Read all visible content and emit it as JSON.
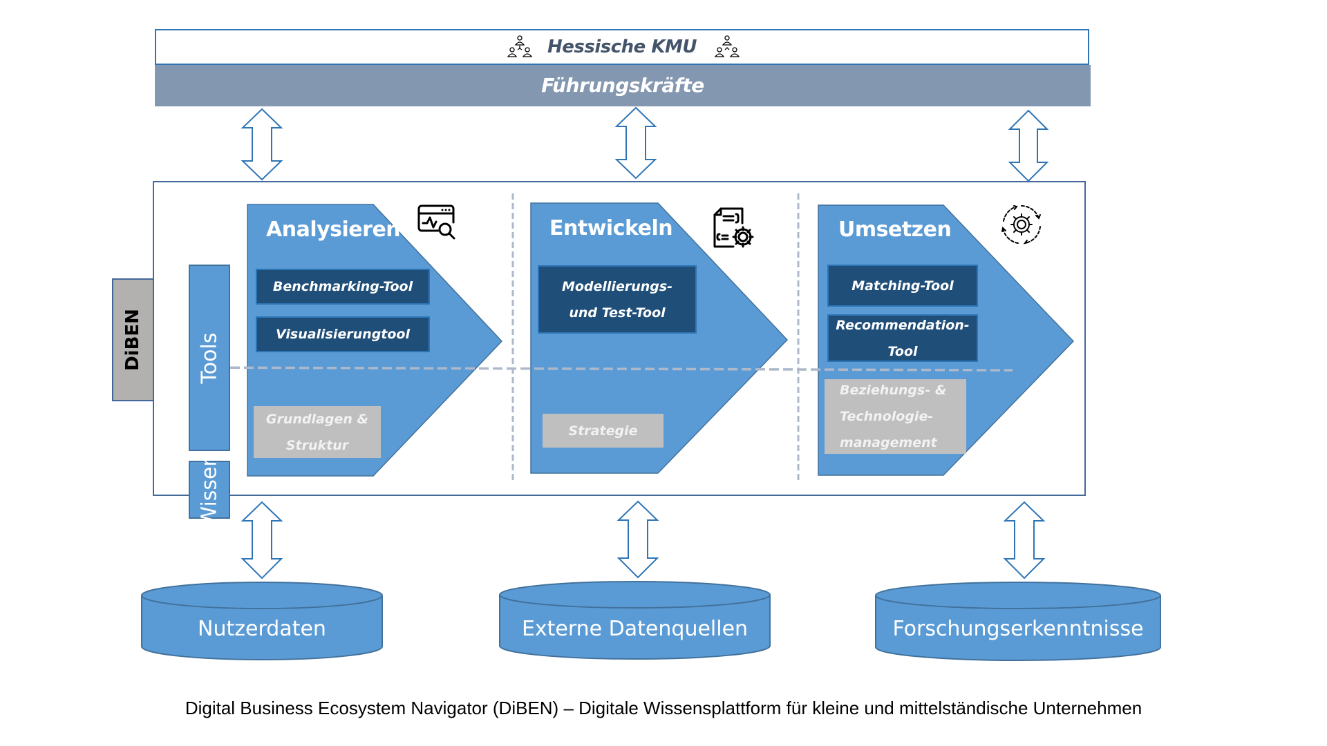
{
  "header": {
    "organization": "Hessische KMU",
    "audience": "Führungskräfte",
    "left_icon": "people-hierarchy-icon",
    "right_icon": "people-hierarchy-icon"
  },
  "platform": {
    "name": "DiBEN",
    "rows": {
      "tools": "Tools",
      "knowledge": "Wissen"
    },
    "phases": [
      {
        "title": "Analysieren",
        "icon": "analytics-window-search-icon",
        "tools": [
          "Benchmarking-Tool",
          "Visualisierungtool"
        ],
        "knowledge": [
          "Grundlagen &",
          "Struktur"
        ]
      },
      {
        "title": "Entwickeln",
        "icon": "document-code-gear-icon",
        "tools": [
          [
            "Modellierungs-",
            "und Test-Tool"
          ]
        ],
        "knowledge": [
          "Strategie"
        ]
      },
      {
        "title": "Umsetzen",
        "icon": "gear-cycle-icon",
        "tools": [
          "Matching-Tool",
          [
            "Recommendation-",
            "Tool"
          ]
        ],
        "knowledge": [
          "Beziehungs- &",
          "Technologie-",
          "management"
        ]
      }
    ]
  },
  "data_sources": [
    {
      "label": "Nutzerdaten"
    },
    {
      "label": "Externe Datenquellen"
    },
    {
      "label": "Forschungserkenntnisse"
    }
  ],
  "caption": "Digital Business Ecosystem Navigator (DiBEN) – Digitale Wissensplattform für kleine und mittelständische Unternehmen",
  "colors": {
    "phase_fill": "#5b9bd5",
    "tool_fill": "#1f4e79",
    "knowledge_fill": "#bfbfbf",
    "header_bar": "#8497b0",
    "arrow_stroke": "#2e75b6"
  }
}
